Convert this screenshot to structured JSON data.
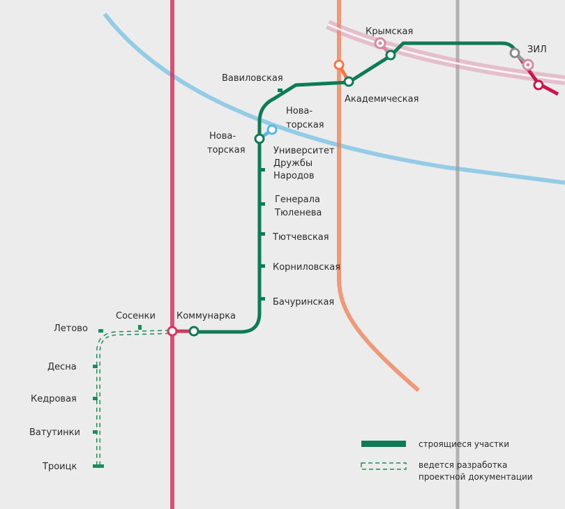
{
  "colors": {
    "background": "#ececec",
    "construction": "#0f7a56",
    "planned": "#1f8a5c",
    "red_line": "#d4375d",
    "orange_line": "#f0774a",
    "blue_line": "#5ab7e3",
    "grey_line": "#9a9a9a",
    "pink_line": "#c8174f"
  },
  "stations": {
    "krymskaya": "Крымская",
    "zil": "ЗИЛ",
    "vavilovskaya": "Вавиловская",
    "akademicheskaya": "Академическая",
    "novatorskaya_right": [
      "Нова-",
      "торская"
    ],
    "novatorskaya_left": [
      "Нова-",
      "торская"
    ],
    "universitet": [
      "Университет",
      "Дружбы",
      "Народов"
    ],
    "generala": [
      "Генерала",
      "Тюленева"
    ],
    "tyutchevskaya": "Тютчевская",
    "kornilovskaya": "Корниловская",
    "bachurinskaya": "Бачуринская",
    "kommunarka": "Коммунарка",
    "sosenki": "Сосенки",
    "letovo": "Летово",
    "desna": "Десна",
    "kedrovaya": "Кедровая",
    "vatutinki": "Ватутинки",
    "troitsk": "Троицк"
  },
  "legend": {
    "construction": "строящиеся участки",
    "planned": [
      "ведется разработка",
      "проектной документации"
    ]
  }
}
